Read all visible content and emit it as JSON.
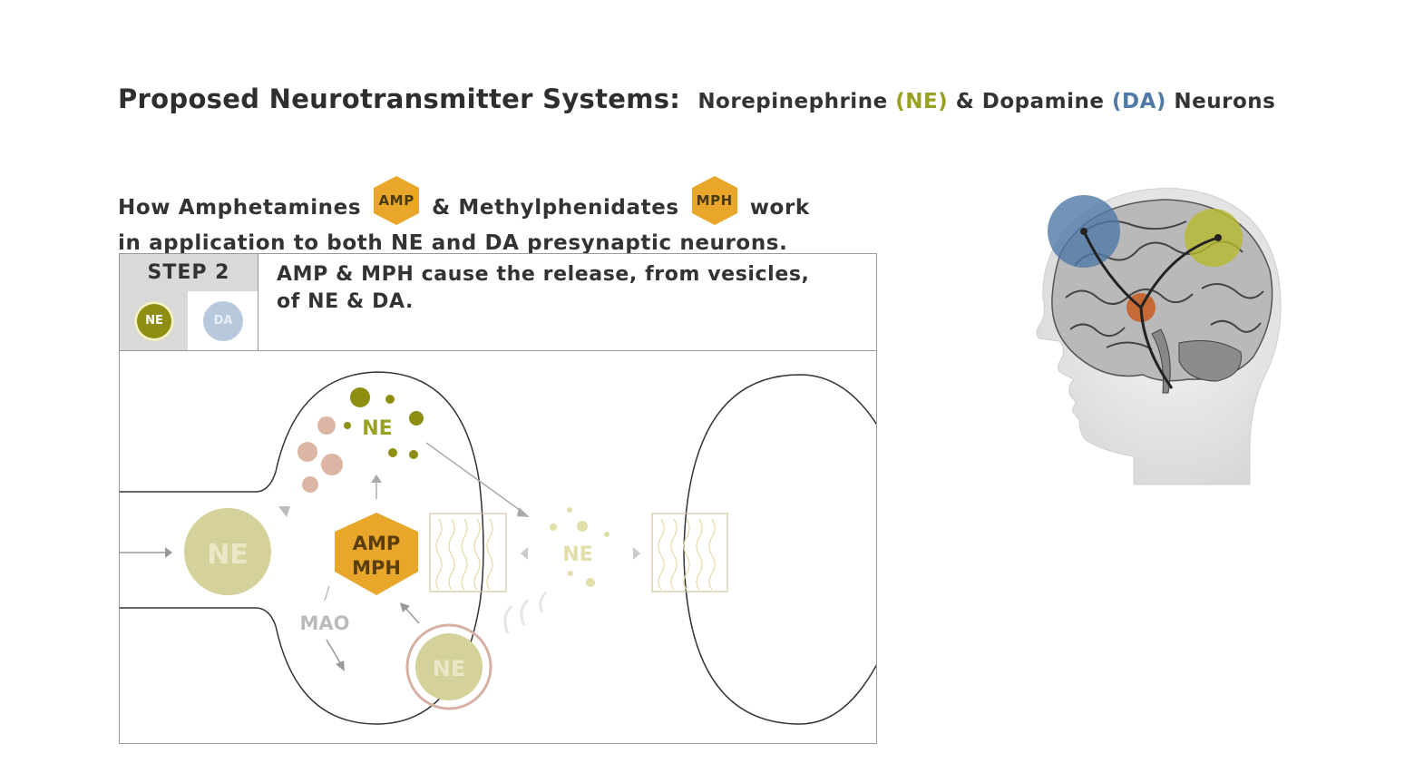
{
  "title": {
    "main": "Proposed Neurotransmitter Systems:",
    "sub_prefix": "Norepinephrine",
    "sub_ne": "(NE)",
    "sub_amp": "& Dopamine",
    "sub_da": "(DA)",
    "sub_suffix": "Neurons"
  },
  "intro": {
    "part1": "How Amphetamines",
    "amp_badge": "AMP",
    "part2": "& Methylphenidates",
    "mph_badge": "MPH",
    "part3": "work",
    "line2": "in application to both NE and DA presynaptic neurons."
  },
  "step": {
    "label": "STEP 2",
    "tab_ne": "NE",
    "tab_da": "DA",
    "description_line1": "AMP & MPH cause the release, from vesicles,",
    "description_line2": "of NE & DA."
  },
  "diagram": {
    "ne_large_label": "NE",
    "ne_vesicle_label": "NE",
    "ne_cluster_label": "NE",
    "amp_mph_label_1": "AMP",
    "amp_mph_label_2": "MPH",
    "mao_label": "MAO",
    "ne_synapse_label": "NE",
    "ne_color": "#9aa01f",
    "amp_color": "#e8a72a"
  },
  "colors": {
    "brain_blue": "#4f79a6",
    "brain_yellow": "#b8b930",
    "brain_orange": "#c85a1e"
  }
}
